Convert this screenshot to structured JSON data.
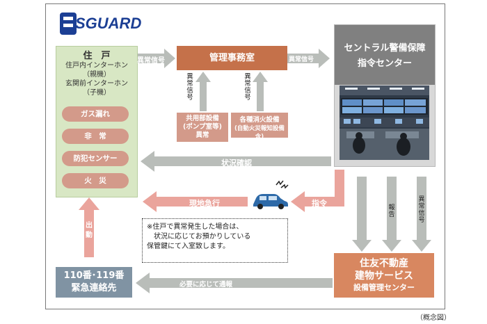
{
  "logo": {
    "text": "SGUARD"
  },
  "residence": {
    "title": "住　戸",
    "lines": [
      "住戸内インターホン",
      "（親機）",
      "玄関前インターホン",
      "（子機）"
    ],
    "alarms": [
      "ガス漏れ",
      "非　常",
      "防犯センサー",
      "火　災"
    ]
  },
  "office": {
    "title": "管理事務室"
  },
  "central": {
    "line1": "セントラル警備保障",
    "line2": "指令センター"
  },
  "equipment": {
    "shared": [
      "共用部設備",
      "(ポンプ室等)",
      "異常"
    ],
    "fire": [
      "各種消火設備",
      "(自動火災報知設備含)"
    ]
  },
  "labels": {
    "abnormal_signal": "異常信号",
    "abnormal_signal_left": "異常信号",
    "abnormal_signal_right": "異常信号",
    "status_check": "状況確認",
    "rush": "現地急行",
    "command": "指令",
    "dispatch": "出動",
    "report": "報告",
    "abnormal_signal_down": "異常信号",
    "notify": "必要に応じて通報"
  },
  "note": {
    "lines": [
      "※住戸で異常発生した場合は、",
      "状況に応じてお預かりしている",
      "保管鍵にて入室致します。"
    ]
  },
  "sumitomo": {
    "line1": "住友不動産",
    "line2": "建物サービス",
    "line3": "設備管理センター"
  },
  "emergency": {
    "line1": "110番･119番",
    "line2": "緊急連絡先"
  },
  "caption": "（概念図）",
  "colors": {
    "green_box": "#d8e7c4",
    "pill": "#d39a8a",
    "office": "#c5714a",
    "arrow_gray": "#b9bdb9",
    "arrow_pink": "#eaa49c"
  }
}
